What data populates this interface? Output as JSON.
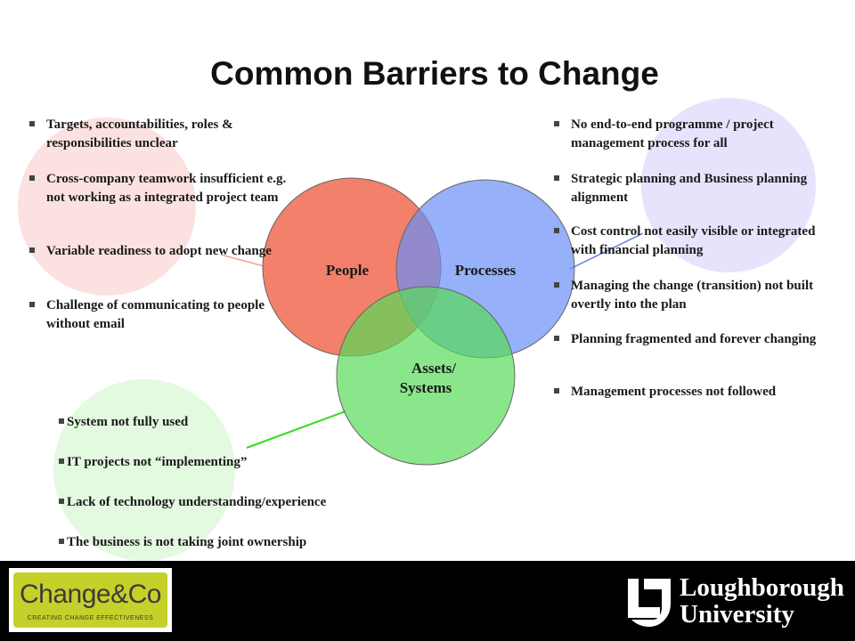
{
  "title": "Common Barriers to Change",
  "colors": {
    "people_circle": "#f06a50",
    "processes_circle": "#6a8ef6",
    "assets_circle": "#58dc58",
    "people_halo": "#fbe1df",
    "processes_halo": "#e6e3fc",
    "assets_halo": "#e3f9e0",
    "footer": "#000000",
    "logo_left_bg": "#c5d02a"
  },
  "circles": {
    "people": "People",
    "processes": "Processes",
    "assets_line1": "Assets/",
    "assets_line2": "Systems"
  },
  "people_barriers": [
    "Targets, accountabilities, roles & responsibilities unclear",
    "Cross-company teamwork insufficient e.g. not working as a integrated project team",
    "Variable readiness to adopt new change",
    "Challenge of communicating to people without email"
  ],
  "process_barriers": [
    "No end-to-end programme / project management process for all",
    "Strategic planning and Business planning alignment",
    "Cost control not easily visible or integrated with financial planning",
    "Managing the change (transition) not built overtly into the plan",
    "Planning fragmented and forever changing",
    "Management processes not followed"
  ],
  "asset_barriers": [
    "System not fully used",
    "IT projects not “implementing”",
    "Lack of technology understanding/experience",
    "The business is not taking joint ownership"
  ],
  "footer": {
    "left_logo_name": "Change&Co",
    "left_logo_tagline": "CREATING CHANGE EFFECTIVENESS",
    "right_logo_line1": "Loughborough",
    "right_logo_line2": "University"
  }
}
